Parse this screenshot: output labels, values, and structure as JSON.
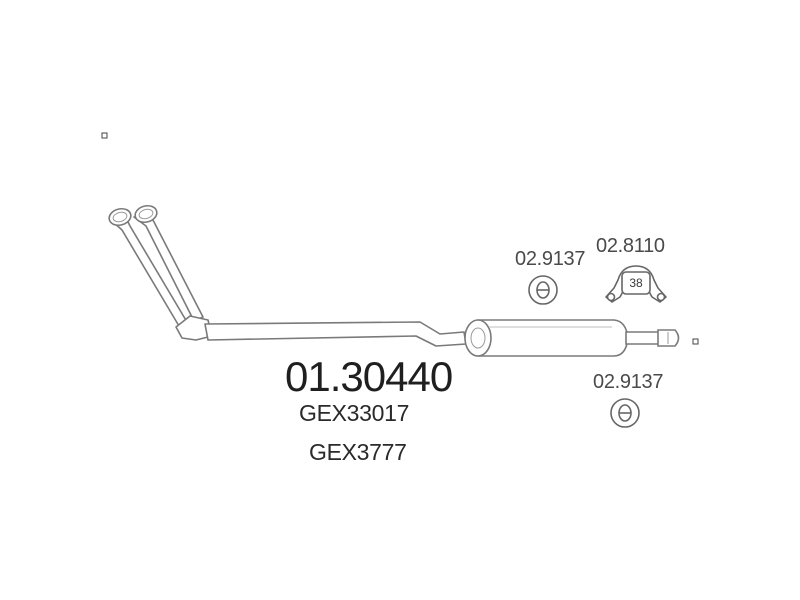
{
  "diagram": {
    "part_number": "01.30440",
    "oem_numbers": [
      "GEX33017",
      "GEX3777"
    ],
    "accessories": [
      {
        "code": "02.9137",
        "kind": "ring-gasket"
      },
      {
        "code": "02.8110",
        "kind": "clamp-bracket",
        "bracket_label": "38"
      },
      {
        "code": "02.9137",
        "kind": "ring-gasket"
      }
    ],
    "line_color": "#7a7a7a"
  }
}
